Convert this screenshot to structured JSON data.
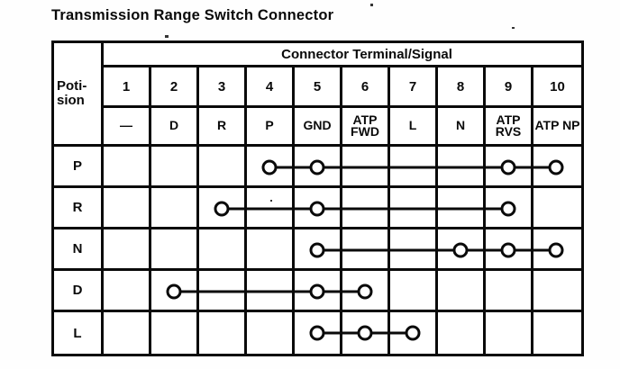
{
  "title": "Transmission Range Switch Connector",
  "table": {
    "corner_label_lines": [
      "Poti-",
      "sion"
    ],
    "header_span_label": "Connector Terminal/Signal",
    "terminals": [
      "1",
      "2",
      "3",
      "4",
      "5",
      "6",
      "7",
      "8",
      "9",
      "10"
    ],
    "signals": [
      "—",
      "D",
      "R",
      "P",
      "GND",
      "ATP FWD",
      "L",
      "N",
      "ATP RVS",
      "ATP NP"
    ],
    "rows": [
      {
        "label": "P",
        "connected_terminals": [
          4,
          5,
          9,
          10
        ]
      },
      {
        "label": "R",
        "connected_terminals": [
          3,
          5,
          9
        ]
      },
      {
        "label": "N",
        "connected_terminals": [
          5,
          8,
          9,
          10
        ]
      },
      {
        "label": "D",
        "connected_terminals": [
          2,
          5,
          6
        ]
      },
      {
        "label": "L",
        "connected_terminals": [
          5,
          6,
          7
        ]
      }
    ],
    "ink_color": "#0a0a0a",
    "paper_color": "#ffffff"
  }
}
